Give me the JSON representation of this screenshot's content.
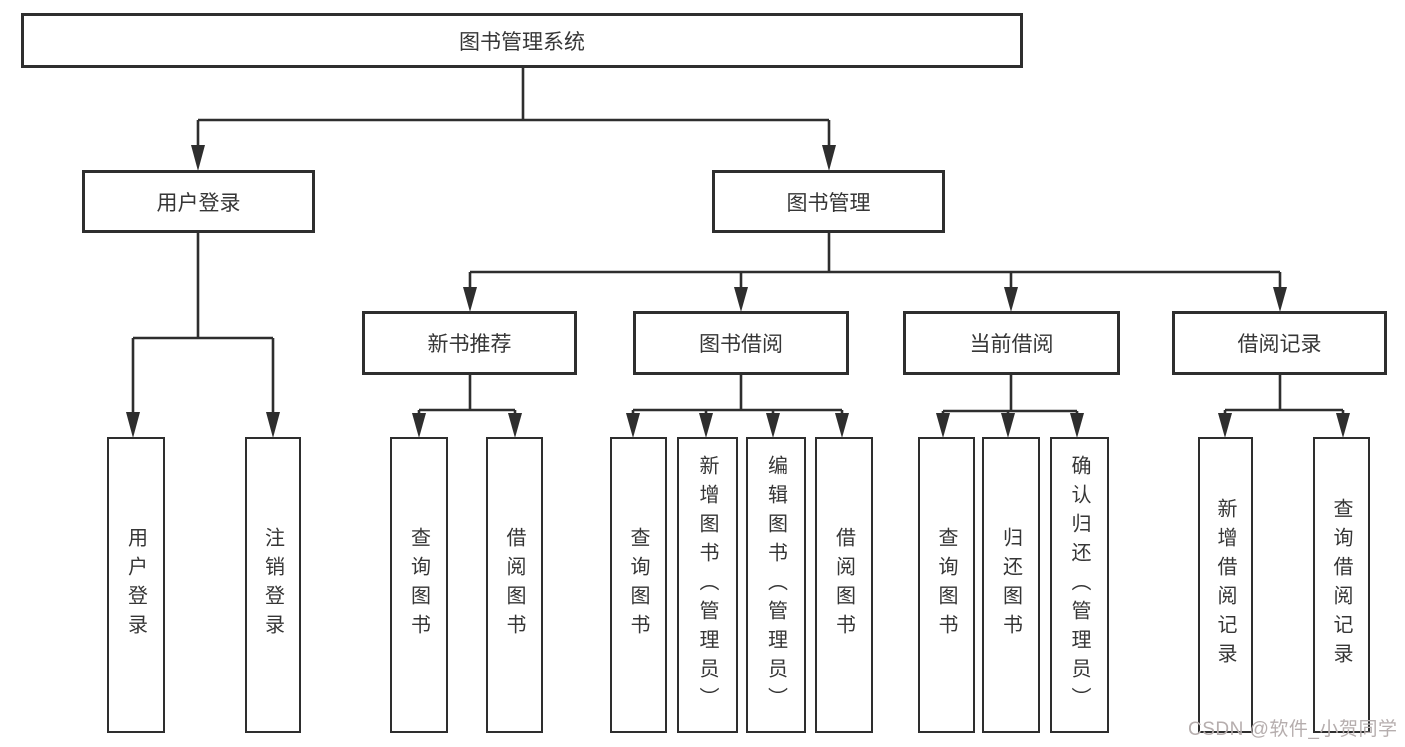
{
  "diagram": {
    "title": "图书管理系统",
    "root": {
      "label": "图书管理系统"
    },
    "level2": [
      {
        "id": "user-login",
        "label": "用户登录"
      },
      {
        "id": "book-management",
        "label": "图书管理"
      }
    ],
    "level3": [
      {
        "id": "new-book-recommend",
        "label": "新书推荐"
      },
      {
        "id": "book-borrow",
        "label": "图书借阅"
      },
      {
        "id": "current-borrow",
        "label": "当前借阅"
      },
      {
        "id": "borrow-record",
        "label": "借阅记录"
      }
    ],
    "leaves": {
      "user_login": [
        "用户登录",
        "注销登录"
      ],
      "new_book": [
        "查询图书",
        "借阅图书"
      ],
      "book_borrow": [
        "查询图书",
        "新增图书（管理员）",
        "编辑图书（管理员）",
        "借阅图书"
      ],
      "current_borrow": [
        "查询图书",
        "归还图书",
        "确认归还（管理员）"
      ],
      "borrow_record": [
        "新增借阅记录",
        "查询借阅记录"
      ]
    }
  },
  "watermark": {
    "text": "CSDN @软件_小贺同学"
  },
  "colors": {
    "line": "#2e2e2e",
    "text": "#363636",
    "watermark": "#b6aeae",
    "background": "#ffffff"
  }
}
